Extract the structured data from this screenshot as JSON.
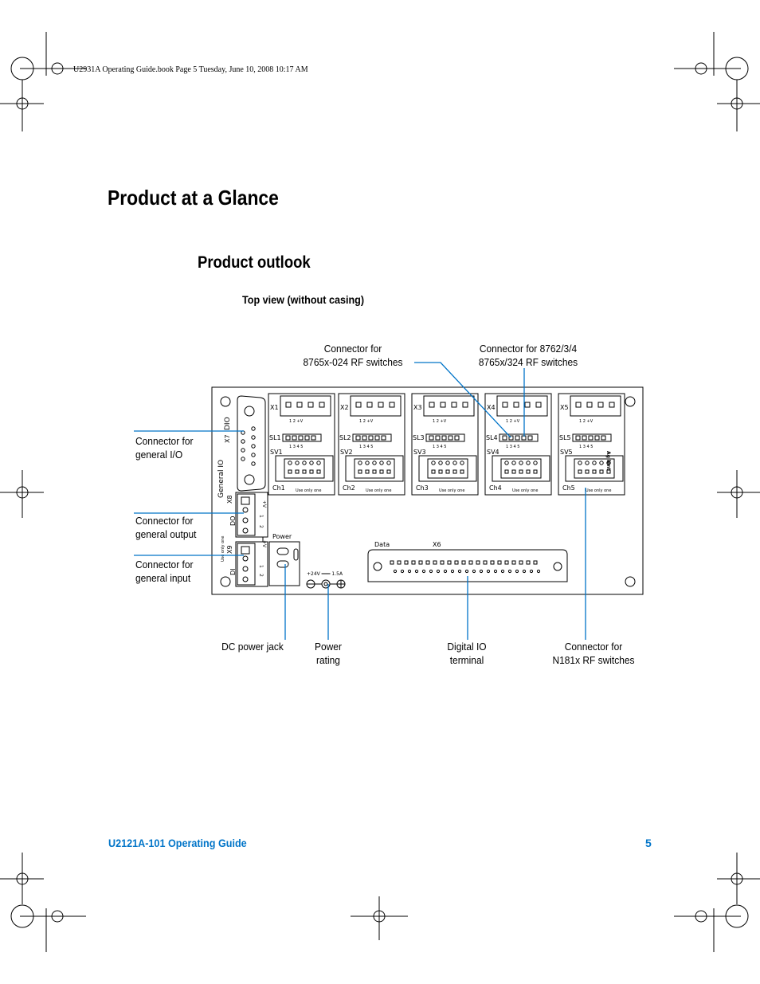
{
  "header": {
    "stamp": "U2931A Operating Guide.book  Page 5  Tuesday, June 10, 2008  10:17 AM"
  },
  "page_title": "Product at a Glance",
  "section_title": "Product outlook",
  "figure_caption": "Top view (without casing)",
  "callouts": {
    "conn_8765x_l1": "Connector for",
    "conn_8765x_l2": "8765x-024 RF switches",
    "conn_8762_l1": "Connector for 8762/3/4",
    "conn_8762_l2": "8765x/324 RF switches",
    "general_io_l1": "Connector for",
    "general_io_l2": "general I/O",
    "general_output_l1": "Connector for",
    "general_output_l2": "general output",
    "general_input_l1": "Connector for",
    "general_input_l2": "general input",
    "dc_jack": "DC power jack",
    "power_rating_l1": "Power",
    "power_rating_l2": "rating",
    "digital_io_l1": "Digital IO",
    "digital_io_l2": "terminal",
    "n181x_l1": "Connector for",
    "n181x_l2": "N181x RF switches"
  },
  "board": {
    "channels": [
      {
        "x": "X1",
        "sl": "SL1",
        "sv": "SV1",
        "ch": "Ch1"
      },
      {
        "x": "X2",
        "sl": "SL2",
        "sv": "SV2",
        "ch": "Ch2"
      },
      {
        "x": "X3",
        "sl": "SL3",
        "sv": "SV3",
        "ch": "Ch3"
      },
      {
        "x": "X4",
        "sl": "SL4",
        "sv": "SV4",
        "ch": "Ch4"
      },
      {
        "x": "X5",
        "sl": "SL5",
        "sv": "SV5",
        "ch": "Ch5"
      }
    ],
    "x_pins": "1   2      +V",
    "sl_pins": "1      3  4  5",
    "use_only_one": "Use only one",
    "general_io_label": "General IO",
    "dio_label": "DIO",
    "x7_label": "X7",
    "x8_label": "X8",
    "x9_label": "X9",
    "do_label": "DO",
    "di_label": "DI",
    "power_label": "Power",
    "rating_label": "+24V ═══ 1.5A",
    "data_label": "Data",
    "x6_label": "X6",
    "brand": "Agilent",
    "plus_v": "+V",
    "pin_numbers": [
      "1",
      "2",
      "3"
    ]
  },
  "colors": {
    "accent": "#0074c8",
    "board_line": "#000000"
  },
  "footer": {
    "title": "U2121A-101 Operating Guide",
    "page_number": "5"
  }
}
